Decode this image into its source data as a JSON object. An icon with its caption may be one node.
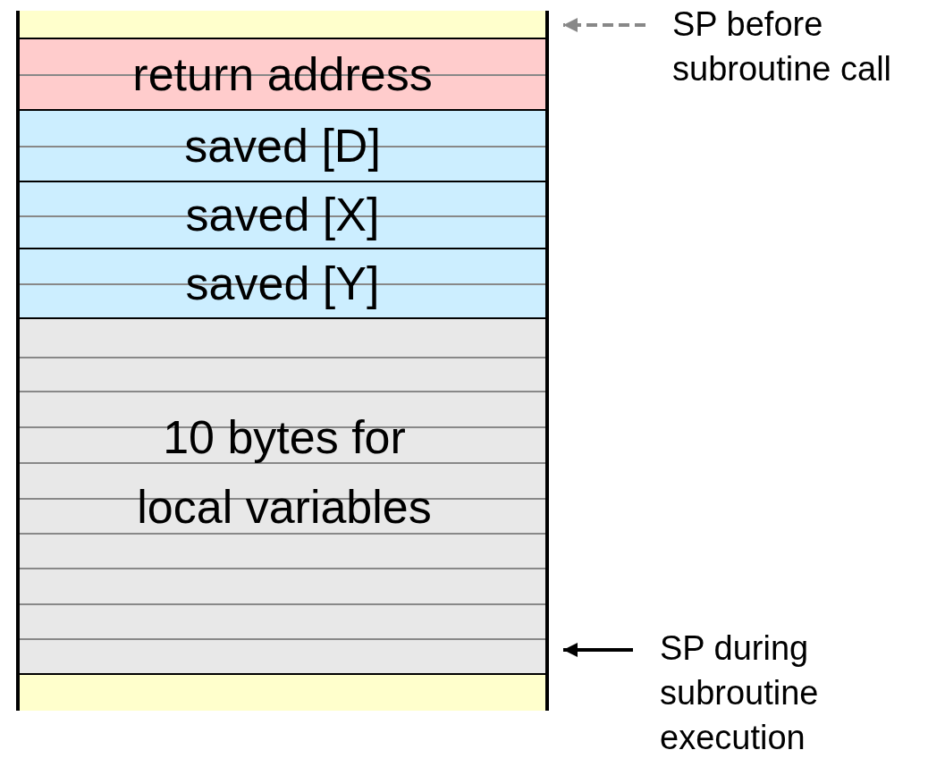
{
  "diagram": {
    "nodes": [
      {
        "text": [],
        "shape": "bar"
      },
      {
        "text": [
          "return address"
        ]
      },
      {
        "text": [
          "saved [D]"
        ]
      },
      {
        "text": [
          "saved [X]"
        ]
      },
      {
        "text": [
          "saved [Y]"
        ]
      },
      {
        "text": [
          "10 bytes for local variables"
        ]
      },
      {
        "text": [],
        "shape": "bar"
      },
      {
        "text": [
          "SP before subroutine call"
        ]
      },
      {
        "text": [
          "SP during subroutine execution"
        ]
      }
    ],
    "edges": [
      {
        "from": 7,
        "to": 0,
        "arrow": "to",
        "style": "dashed",
        "color": "#888888"
      },
      {
        "from": 8,
        "to": 5,
        "arrow": "to",
        "color": "#000000"
      }
    ]
  }
}
